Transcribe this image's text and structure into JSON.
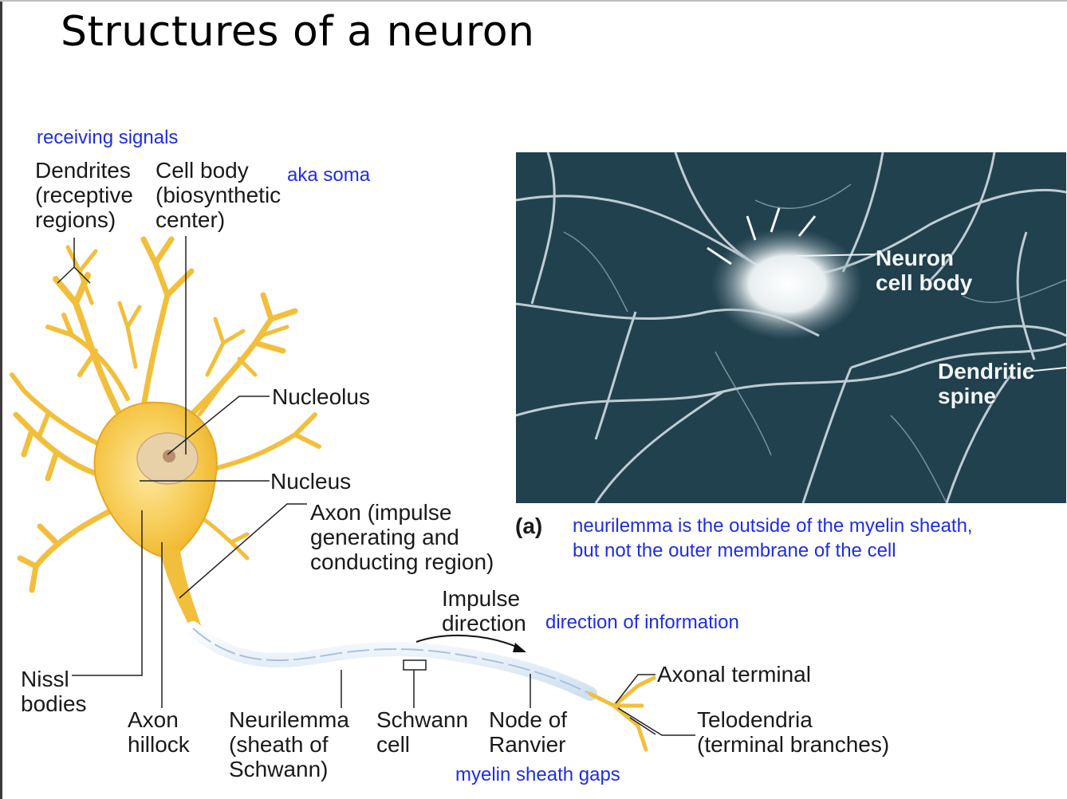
{
  "title": "Structures of a neuron",
  "labels": {
    "dendrites": [
      "Dendrites",
      "(receptive",
      "regions)"
    ],
    "cell_body": [
      "Cell body",
      "(biosynthetic",
      "center)"
    ],
    "nucleolus": "Nucleolus",
    "nucleus": "Nucleus",
    "axon": [
      "Axon (impulse",
      "generating and",
      "conducting region)"
    ],
    "panel_letter": "(a)",
    "impulse_direction": [
      "Impulse",
      "direction"
    ],
    "axonal_terminal": "Axonal terminal",
    "telodendria": [
      "Telodendria",
      "(terminal branches)"
    ],
    "nissl_bodies": [
      "Nissl",
      "bodies"
    ],
    "axon_hillock": [
      "Axon",
      "hillock"
    ],
    "neurilemma": [
      "Neurilemma",
      "(sheath of",
      "Schwann)"
    ],
    "schwann_cell": [
      "Schwann",
      "cell"
    ],
    "node_of_ranvier": [
      "Node of",
      "Ranvier"
    ]
  },
  "notes": {
    "receiving_signals": "receiving signals",
    "aka_soma": "aka soma",
    "neurilemma_note": "neurilemma is the outside of the myelin sheath, but not the outer membrane of the cell",
    "direction_of_information": "direction of information",
    "myelin_sheath_gaps": "myelin sheath gaps"
  },
  "micrograph": {
    "neuron_cell_body": [
      "Neuron",
      "cell body"
    ],
    "dendritic_spine": [
      "Dendritic",
      "spine"
    ]
  },
  "colors": {
    "annotation_blue": "#1f2ee0",
    "neuron_yellow": "#f5c13a",
    "micrograph_dark": "#1e3946"
  }
}
